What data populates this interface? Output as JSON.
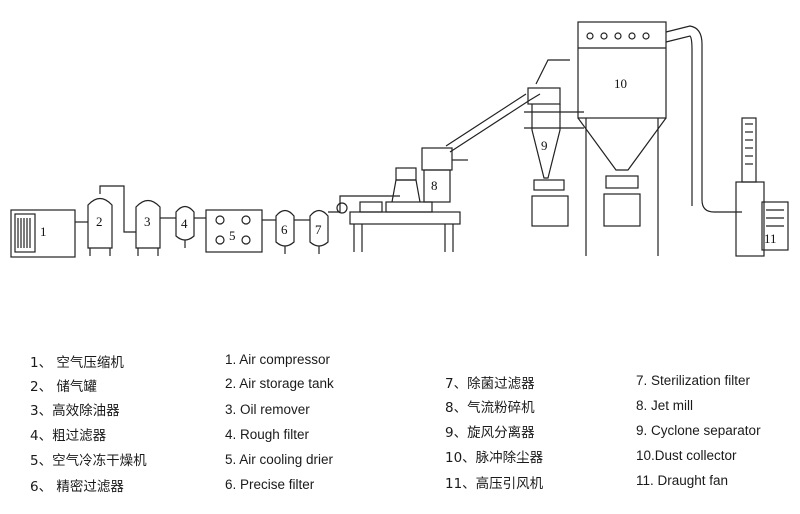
{
  "labels": {
    "l1": "1",
    "l2": "2",
    "l3": "3",
    "l4": "4",
    "l5": "5",
    "l6": "6",
    "l7": "7",
    "l8": "8",
    "l9": "9",
    "l10": "10",
    "l11": "11"
  },
  "legend_cn": [
    "1、 空气压缩机",
    "2、 储气罐",
    "3、高效除油器",
    "4、粗过滤器",
    "5、空气冷冻干燥机",
    "6、 精密过滤器"
  ],
  "legend_en": [
    "1. Air compressor",
    "2. Air storage tank",
    "3. Oil remover",
    "4. Rough filter",
    "5. Air cooling drier",
    "6. Precise filter"
  ],
  "legend_cn2": [
    "7、除菌过滤器",
    "8、气流粉碎机",
    "9、旋风分离器",
    "10、脉冲除尘器",
    "11、高压引风机"
  ],
  "legend_en2": [
    "7. Sterilization filter",
    "8. Jet mill",
    "9. Cyclone separator",
    "10.Dust  collector",
    "11. Draught fan"
  ]
}
